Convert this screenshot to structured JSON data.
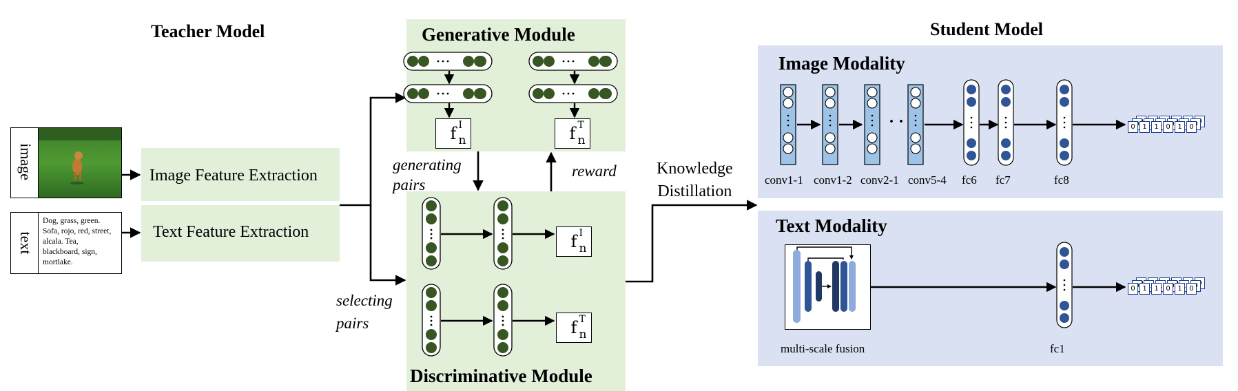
{
  "teacher": {
    "title": "Teacher Model",
    "image_label": "image",
    "text_label": "text",
    "text_words": "Dog, grass, green. Sofa, rojo, red, street, alcala. Tea, blackboard, sign, mortlake.",
    "image_feature": "Image Feature Extraction",
    "text_feature": "Text Feature Extraction"
  },
  "generative": {
    "title": "Generative Module",
    "f_image": {
      "base": "f",
      "sup": "I",
      "sub": "n"
    },
    "f_text": {
      "base": "f",
      "sup": "T",
      "sub": "n"
    },
    "dots": "···"
  },
  "discriminative": {
    "title": "Discriminative Module",
    "f_image": {
      "base": "f",
      "sup": "I",
      "sub": "n"
    },
    "f_text": {
      "base": "f",
      "sup": "T",
      "sub": "n"
    }
  },
  "flow": {
    "generating_pairs": "generating\npairs",
    "reward": "reward",
    "selecting_pairs": "selecting\npairs",
    "knowledge_distillation": "Knowledge\nDistillation"
  },
  "student": {
    "title": "Student Model",
    "image_modality": {
      "title": "Image Modality",
      "layers": [
        "conv1-1",
        "conv1-2",
        "conv2-1",
        "conv5-4",
        "fc6",
        "fc7",
        "fc8"
      ],
      "ellipsis": "· · ·",
      "code": [
        "0",
        "1",
        "1",
        "0",
        "1",
        "0"
      ]
    },
    "text_modality": {
      "title": "Text Modality",
      "fusion_label": "multi-scale fusion",
      "layer": "fc1",
      "code": [
        "0",
        "1",
        "1",
        "0",
        "1",
        "0"
      ]
    }
  },
  "colors": {
    "green_panel": "#e2efd9",
    "blue_panel": "#d9e1f2",
    "dark_green_node": "#375623",
    "blue_node": "#2f5597",
    "conv_fill": "#9dc3e6",
    "fusion_dark": "#1f3864",
    "fusion_light": "#8faadc"
  }
}
